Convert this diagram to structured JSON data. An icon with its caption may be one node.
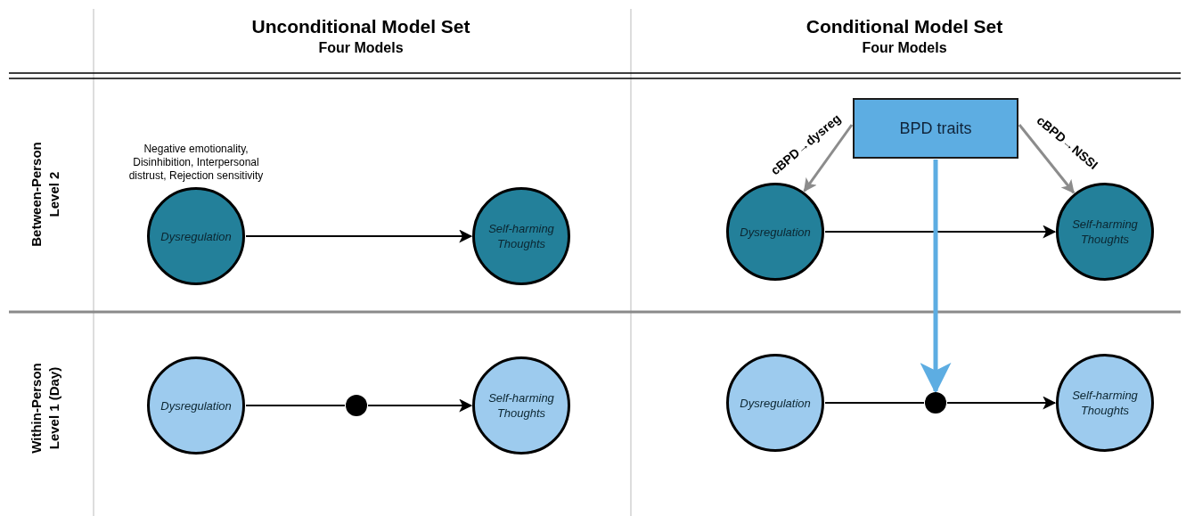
{
  "diagram": {
    "nodes": [
      {
        "text": [
          "Dysregulation"
        ],
        "beside": [
          "Negative emotionality, Disinhibition, Interpersonal distrust, Rejection sensitivity"
        ]
      },
      {
        "text": [
          "Self-harming Thoughts"
        ]
      },
      {
        "text": [
          "Dysregulation"
        ]
      },
      {
        "text": [],
        "shape": "circle"
      },
      {
        "text": [
          "Self-harming Thoughts"
        ]
      },
      {
        "text": [
          "BPD traits"
        ]
      },
      {
        "text": [
          "Dysregulation"
        ]
      },
      {
        "text": [
          "Self-harming Thoughts"
        ]
      },
      {
        "text": [
          "Dysregulation"
        ]
      },
      {
        "text": [],
        "shape": "circle"
      },
      {
        "text": [
          "Self-harming Thoughts"
        ]
      }
    ],
    "edges": [
      {
        "from": 0,
        "to": 1,
        "arrow": "to"
      },
      {
        "from": 2,
        "to": 3,
        "arrow": "none"
      },
      {
        "from": 3,
        "to": 4,
        "arrow": "to"
      },
      {
        "from": 5,
        "to": 6,
        "arrow": "to",
        "label": "cBPD→dysreg",
        "color": "#8c8c8c"
      },
      {
        "from": 5,
        "to": 7,
        "arrow": "to",
        "label": "cBPD→NSSI",
        "color": "#8c8c8c"
      },
      {
        "from": 6,
        "to": 7,
        "arrow": "to"
      },
      {
        "from": 5,
        "to": 9,
        "arrow": "to",
        "style": "thick",
        "color": "#5dade2"
      },
      {
        "from": 8,
        "to": 9,
        "arrow": "none"
      },
      {
        "from": 9,
        "to": 10,
        "arrow": "to"
      }
    ],
    "labels": [
      "Unconditional Model Set",
      "Four Models",
      "Conditional Model Set",
      "Four Models",
      "Between-Person Level 2",
      "Within-Person Level 1 (Day)"
    ]
  }
}
